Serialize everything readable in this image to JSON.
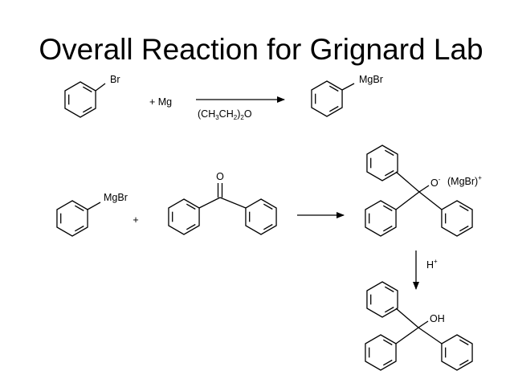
{
  "slide": {
    "title": "Overall Reaction for Grignard Lab",
    "reaction1": {
      "reactant_substituent": "Br",
      "plus_reagent": "+  Mg",
      "conditions_parts": [
        "(CH",
        "3",
        "CH",
        "2",
        ")",
        "2",
        "O"
      ],
      "product_substituent": "MgBr"
    },
    "reaction2": {
      "reactant_substituent": "MgBr",
      "plus_sign": "+",
      "ketone_oxygen": "O",
      "intermediate_oxygen": "O",
      "intermediate_oxygen_charge": "-",
      "counterion": "(MgBr)",
      "counterion_charge": "+",
      "workup_reagent": "H",
      "workup_charge": "+",
      "product_group": "OH"
    }
  }
}
